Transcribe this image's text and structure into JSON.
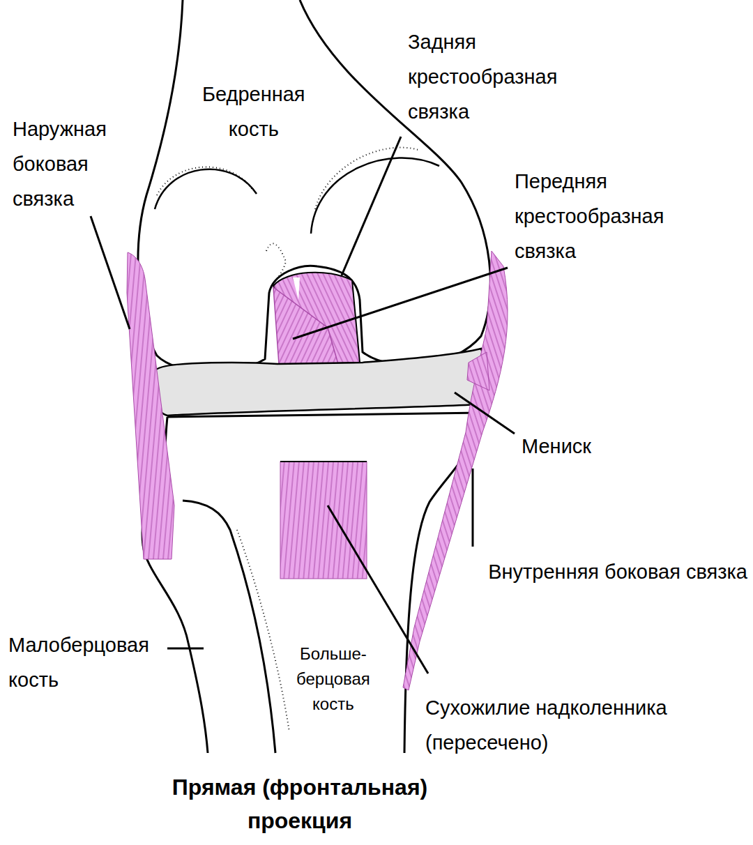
{
  "diagram": {
    "caption": "Прямая (фронтальная) проекция",
    "labels": [
      "Бедренная кость",
      "Задняя крестообразная связка",
      "Наружная боковая связка",
      "Передняя крестообразная связка",
      "Мениск",
      "Внутренняя боковая связка",
      "Малоберцовая кость",
      "Больше- берцовая кость",
      "Сухожилие надколенника (пересечено)"
    ]
  }
}
